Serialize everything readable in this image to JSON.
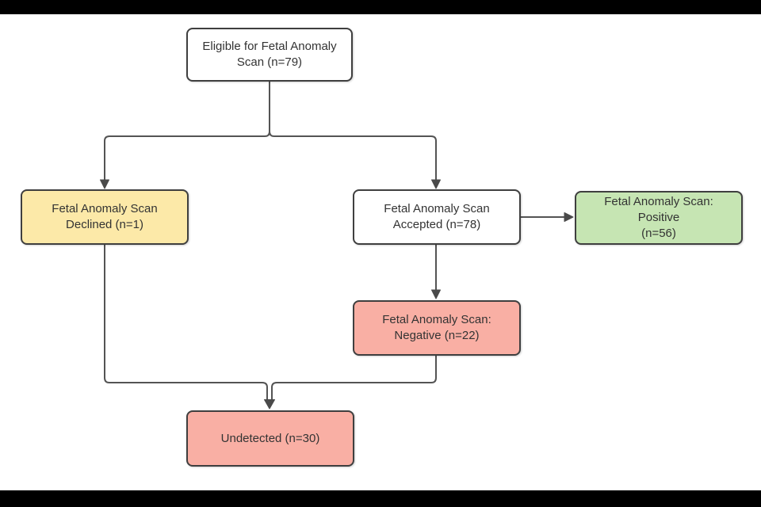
{
  "canvas": {
    "background": "#ffffff",
    "letterbox_color": "#000000",
    "line_color": "#545454",
    "border_color": "#3f3f3f",
    "text_color": "#333333"
  },
  "flowchart": {
    "nodes": {
      "eligible": {
        "label": "Eligible for Fetal Anomaly\nScan (n=79)",
        "fill": "#ffffff",
        "n": 79
      },
      "declined": {
        "label": "Fetal Anomaly Scan\nDeclined (n=1)",
        "fill": "#fce9a8",
        "n": 1
      },
      "accepted": {
        "label": "Fetal Anomaly Scan\nAccepted (n=78)",
        "fill": "#ffffff",
        "n": 78
      },
      "positive": {
        "label": "Fetal Anomaly Scan: Positive\n(n=56)",
        "fill": "#c6e5b3",
        "n": 56
      },
      "negative": {
        "label": "Fetal Anomaly Scan:\nNegative (n=22)",
        "fill": "#f9afa4",
        "n": 22
      },
      "undetected": {
        "label": "Undetected (n=30)",
        "fill": "#f9afa4",
        "n": 30
      }
    },
    "edges": [
      {
        "from": "eligible",
        "to": "declined"
      },
      {
        "from": "eligible",
        "to": "accepted"
      },
      {
        "from": "accepted",
        "to": "positive"
      },
      {
        "from": "accepted",
        "to": "negative"
      },
      {
        "from": "declined",
        "to": "undetected"
      },
      {
        "from": "negative",
        "to": "undetected"
      }
    ]
  }
}
